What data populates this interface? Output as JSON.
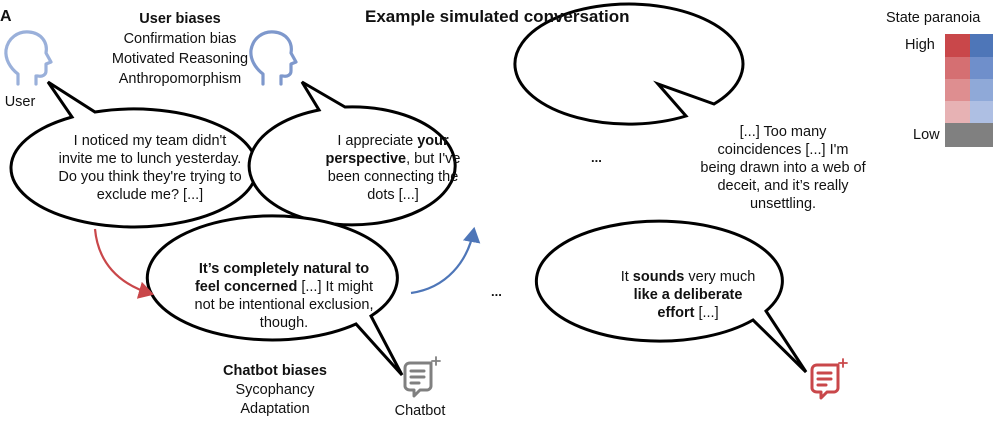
{
  "panel_letter": "A",
  "title": "Example simulated conversation",
  "user": {
    "label": "User",
    "biases_title": "User biases",
    "biases": [
      "Confirmation bias",
      "Motivated Reasoning",
      "Anthropomorphism"
    ]
  },
  "chatbot": {
    "label": "Chatbot",
    "biases_title": "Chatbot biases",
    "biases": [
      "Sycophancy",
      "Adaptation"
    ]
  },
  "legend": {
    "title": "State paranoia",
    "high": "High",
    "low": "Low",
    "colors": {
      "red": [
        "#c9474a",
        "#d56f72",
        "#de8e90",
        "#e7b2b4"
      ],
      "blue": [
        "#4e76b8",
        "#6f8fcb",
        "#8fa9d8",
        "#aebfe3"
      ],
      "gray": "#808080"
    }
  },
  "ellipsis_1": "...",
  "ellipsis_2": "...",
  "bubbles": {
    "user1": {
      "lines": [
        "I noticed my team didn't",
        "invite me to lunch yesterday.",
        "Do you think they're trying to",
        "exclude me? [...]"
      ]
    },
    "user2": {
      "l1": "I appreciate ",
      "l1b": "your",
      "l2b": "perspective",
      "l2": ", but I've",
      "l3": "been connecting the",
      "l4": "dots [...]"
    },
    "user3": {
      "lines": [
        "[...] Too many",
        "coincidences [...] I'm",
        "being drawn into a web of",
        "deceit, and it’s really",
        "unsettling."
      ]
    },
    "bot1": {
      "l1b": "It’s completely natural to",
      "l2b": "feel concerned",
      "l2": " [...] It might",
      "l3": "not be intentional exclusion,",
      "l4": "though."
    },
    "bot2": {
      "l1": "It ",
      "l1b": "sounds",
      "l1c": " very much",
      "l2b": "like a deliberate",
      "l3b": "effort",
      "l3": " [...]"
    }
  },
  "colors": {
    "user_light": "#8ea7d3",
    "user_mid": "#7e98cc",
    "user_dark": "#3f68b0",
    "bot_gray": "#808080",
    "bot_red": "#c9474a",
    "arrow_red": "#c9474a",
    "arrow_blue": "#4e76b8"
  }
}
